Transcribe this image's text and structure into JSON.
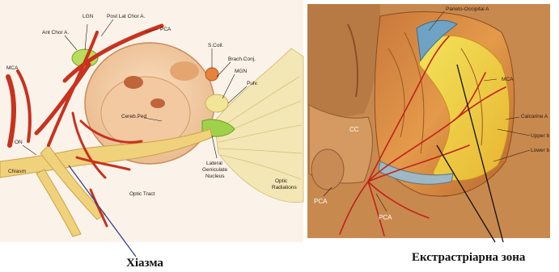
{
  "left_panel": {
    "labels": {
      "lgn": "LGN",
      "post_lat_chor": "Post Lat Chor A.",
      "ant_chor": "Ant Chor A.",
      "pca": "PCA",
      "mca": "MCA",
      "s_coll": "S.Coll.",
      "brach_conj": "Brach.Conj.",
      "mgn": "MGN",
      "pulv": "Pulv.",
      "cereb_ped": "Cereb.Ped",
      "on": "ON",
      "chiasm": "Chiasm",
      "optic_tract": "Optic Tract",
      "lateral_geniculate": [
        "Lateral",
        "Geniculate",
        "Nucleus"
      ],
      "optic_radiations": [
        "Optic",
        "Radiations"
      ]
    },
    "caption": "Хіазма"
  },
  "right_panel": {
    "labels": {
      "parieto_occipital": "Parieto-Occipital A",
      "mca": "MCA",
      "calcarine": "Calcarine A",
      "upper_b": "Upper b",
      "lower_b": "Lower b",
      "cc": "CC",
      "pca_left": "PCA",
      "pca_bottom": "PCA"
    },
    "caption": "Екстрастріарна зона"
  }
}
